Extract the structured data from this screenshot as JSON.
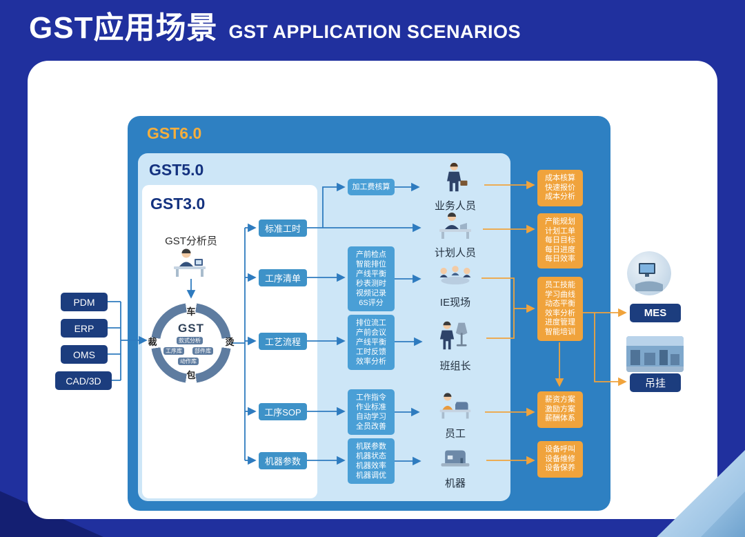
{
  "header": {
    "title_zh": "GST应用场景",
    "title_en": "GST APPLICATION SCENARIOS"
  },
  "containers": {
    "gst6": "GST6.0",
    "gst5": "GST5.0",
    "gst3": "GST3.0"
  },
  "source_systems": [
    {
      "label": "PDM"
    },
    {
      "label": "ERP"
    },
    {
      "label": "OMS"
    },
    {
      "label": "CAD/3D"
    }
  ],
  "analyst": {
    "label": "GST分析员"
  },
  "gst_wheel": {
    "center": "GST",
    "process_chars": {
      "top": "车",
      "right": "烫",
      "bottom": "包",
      "left": "裁"
    },
    "libraries": [
      "款式分析",
      "工序库",
      "部件库",
      "动作库"
    ]
  },
  "functions": [
    {
      "label": "标准工时"
    },
    {
      "label": "工序清单"
    },
    {
      "label": "工艺流程"
    },
    {
      "label": "工序SOP"
    },
    {
      "label": "机器参数"
    }
  ],
  "detail_boxes": [
    {
      "lines": [
        "加工费核算"
      ]
    },
    {
      "lines": [
        "产前检点",
        "智能排位",
        "产线平衡",
        "秒表测时",
        "视频记录",
        "6S评分"
      ]
    },
    {
      "lines": [
        "排位流工",
        "产前会议",
        "产线平衡",
        "工时反馈",
        "效率分析"
      ]
    },
    {
      "lines": [
        "工作指令",
        "作业标准",
        "自动学习",
        "全员改善"
      ]
    },
    {
      "lines": [
        "机联参数",
        "机器状态",
        "机器效率",
        "机器调优"
      ]
    }
  ],
  "roles": [
    {
      "label": "业务人员"
    },
    {
      "label": "计划人员"
    },
    {
      "label": "IE现场"
    },
    {
      "label": "班组长"
    },
    {
      "label": "员工"
    },
    {
      "label": "机器"
    }
  ],
  "outcome_boxes": [
    {
      "lines": [
        "成本核算",
        "快速报价",
        "成本分析"
      ]
    },
    {
      "lines": [
        "产能规划",
        "计划工单",
        "每日目标",
        "每日进度",
        "每日效率"
      ]
    },
    {
      "lines": [
        "员工技能",
        "学习曲线",
        "动态平衡",
        "效率分析",
        "进度管理",
        "智能培训"
      ]
    },
    {
      "lines": [
        "薪资方案",
        "激励方案",
        "薪酬体系"
      ]
    },
    {
      "lines": [
        "设备呼叫",
        "设备维修",
        "设备保养"
      ]
    }
  ],
  "integrations": [
    {
      "label": "MES"
    },
    {
      "label": "吊挂"
    }
  ],
  "colors": {
    "page_bg": "#20309E",
    "panel_blue": "#2E80C2",
    "panel_light_blue": "#CDE6F7",
    "navy": "#1C3D7E",
    "accent_orange": "#F0A33C",
    "node_blue": "#3E92C8",
    "detail_blue": "#4A9FD6",
    "connector_blue": "#2E7BBF"
  }
}
